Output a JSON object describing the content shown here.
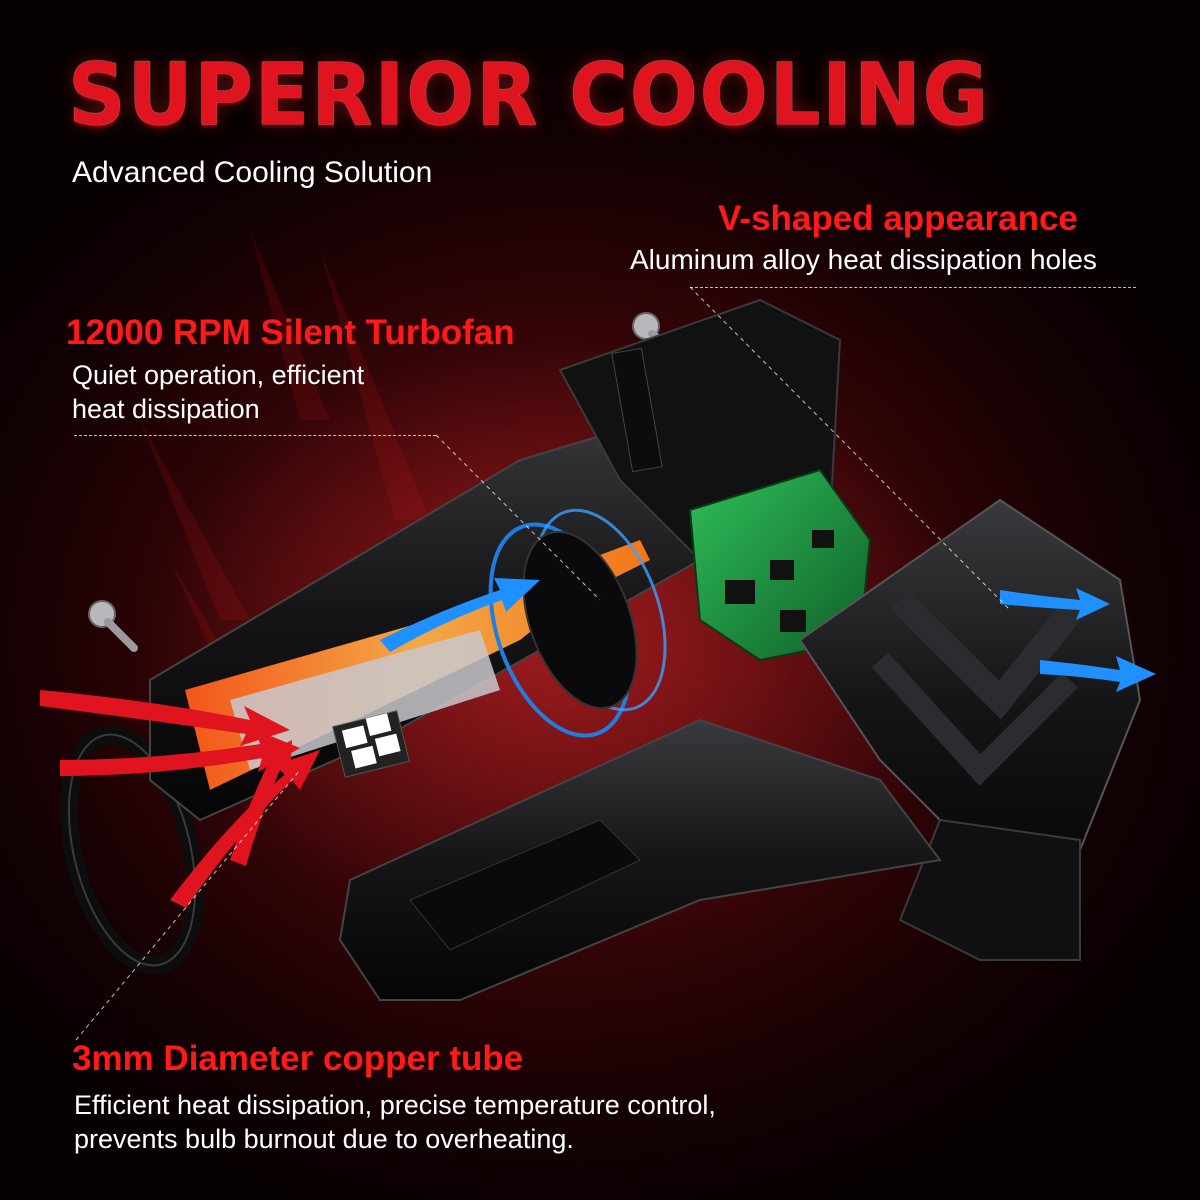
{
  "header": {
    "title": "SUPERIOR COOLING",
    "subtitle": "Advanced Cooling Solution"
  },
  "callouts": {
    "v_shape": {
      "heading": "V-shaped appearance",
      "text": "Aluminum alloy heat dissipation holes"
    },
    "turbofan": {
      "heading": "12000 RPM Silent Turbofan",
      "line1": "Quiet operation, efficient",
      "line2": "heat dissipation"
    },
    "copper": {
      "heading": "3mm Diameter copper tube",
      "line1": "Efficient heat dissipation, precise temperature control,",
      "line2": "prevents bulb burnout due to overheating."
    }
  },
  "colors": {
    "accent_red": "#ff1a1a",
    "background_dark_red": "#3a0508",
    "airflow_in": "#e0141e",
    "airflow_out": "#1e90ff",
    "pcb_green": "#1f8a3c",
    "copper": "#ff8a1e"
  }
}
